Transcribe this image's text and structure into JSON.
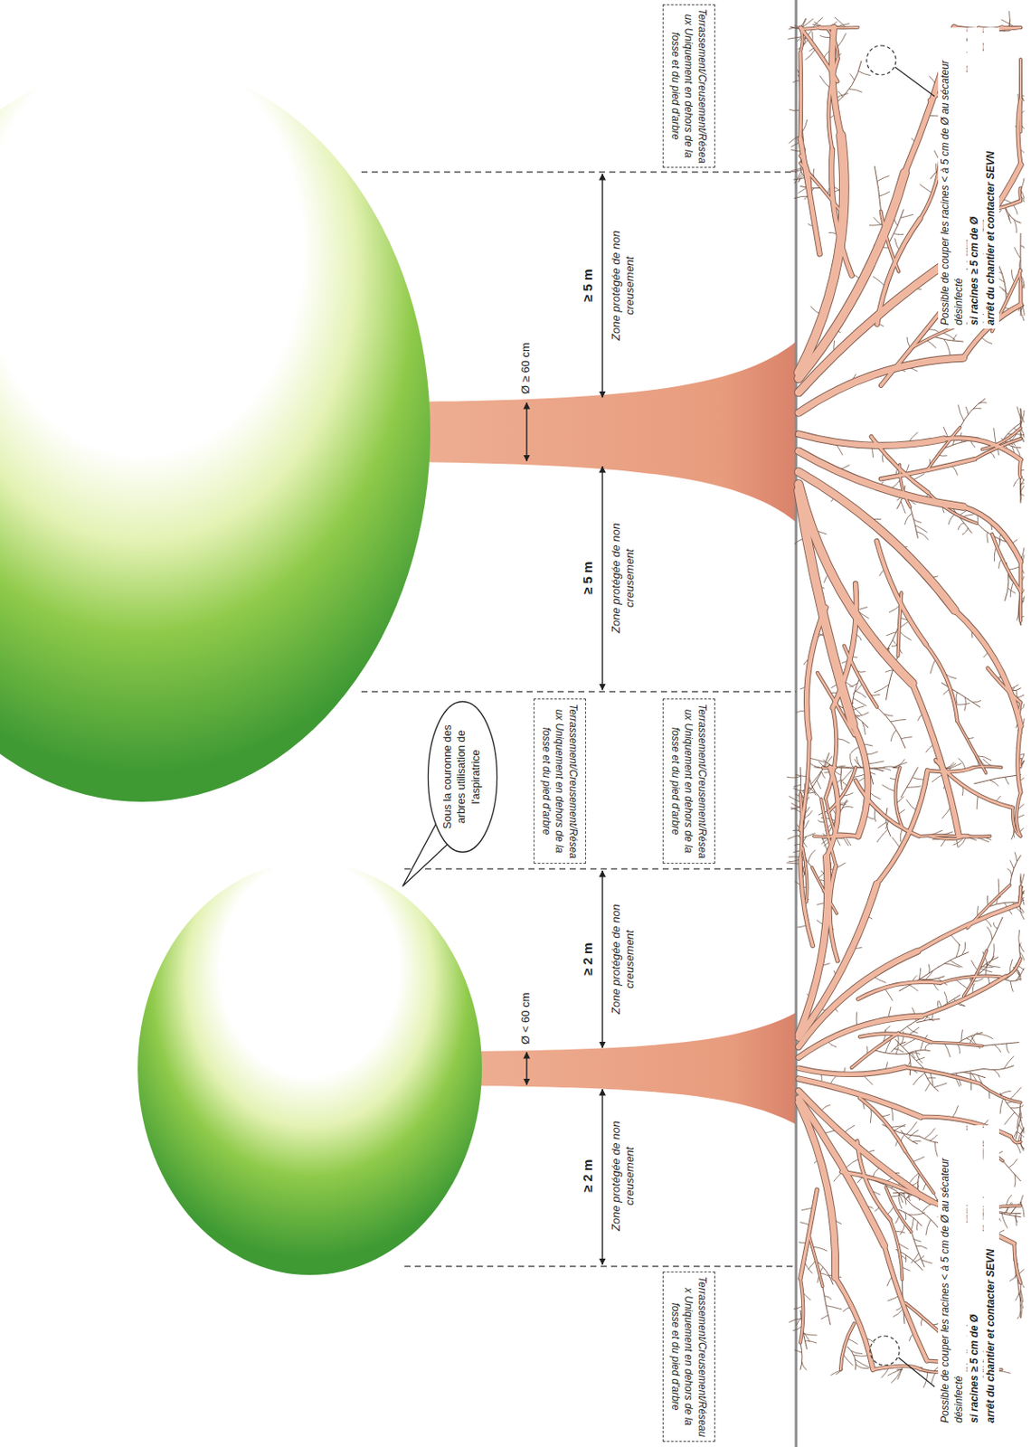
{
  "diagram": {
    "nodes": [
      {
        "text": [
          "Terrassement/Creusement/Réseaux Uniquement en dehors de la fosse et du pied d'arbre"
        ]
      },
      {
        "text": [
          "Terrassement/Creusement/Réseaux Uniquement en dehors de la fosse et du pied d'arbre"
        ]
      },
      {
        "text": [
          "Sous la couronne des arbres utilisation de l'aspiratrice"
        ]
      },
      {
        "text": [
          "Terrassement/Creusement/Réseaux Uniquement en dehors de la fosse et du pied d'arbre"
        ]
      },
      {
        "text": [
          "Terrassement/Creusement/Réseaux Uniquement en dehors de la fosse et du pied d'arbre"
        ]
      }
    ],
    "labels": [
      "≥ 2 m",
      "Zone protégée de non creusement",
      "Ø < 60 cm",
      "≥ 2 m",
      "Zone protégée de non creusement",
      "Possible de couper les racines < à 5 cm de Ø au sécateur désinfecté",
      "si racines ≥ 5 cm de Ø",
      "arrêt du chantier et contacter SEVN",
      "≥ 5 m",
      "Zone protégée de non creusement",
      "Ø ≥ 60 cm",
      "≥ 5 m",
      "Zone protégée de non creusement",
      "Possible de couper les racines < à 5 cm de Ø au sécateur désinfecté",
      "si racines ≥ 5 cm de Ø",
      "arrêt du chantier et contacter SEVN"
    ]
  }
}
